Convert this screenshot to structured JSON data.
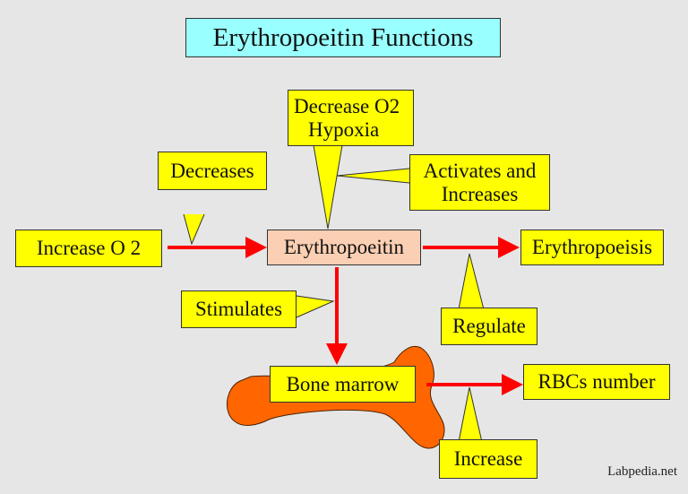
{
  "title": "Erythropoeitin Functions",
  "nodes": {
    "increase_o2": "Increase O 2",
    "erythropoeitin": "Erythropoeitin",
    "erythropoeisis": "Erythropoeisis",
    "bone_marrow": "Bone marrow",
    "rbcs_number": "RBCs number"
  },
  "callouts": {
    "decreases": "Decreases",
    "decrease_o2_line1": "Decrease O2",
    "decrease_o2_line2": "Hypoxia",
    "activates_line1": "Activates and",
    "activates_line2": "Increases",
    "stimulates": "Stimulates",
    "regulate": "Regulate",
    "increase": "Increase"
  },
  "watermark": "Labpedia.net",
  "colors": {
    "background": "#e6e6e6",
    "callout_fill": "#ffff00",
    "title_fill": "#99ffff",
    "center_fill": "#fbcfb3",
    "arrow": "#ff0000",
    "bone": "#ff6600"
  }
}
